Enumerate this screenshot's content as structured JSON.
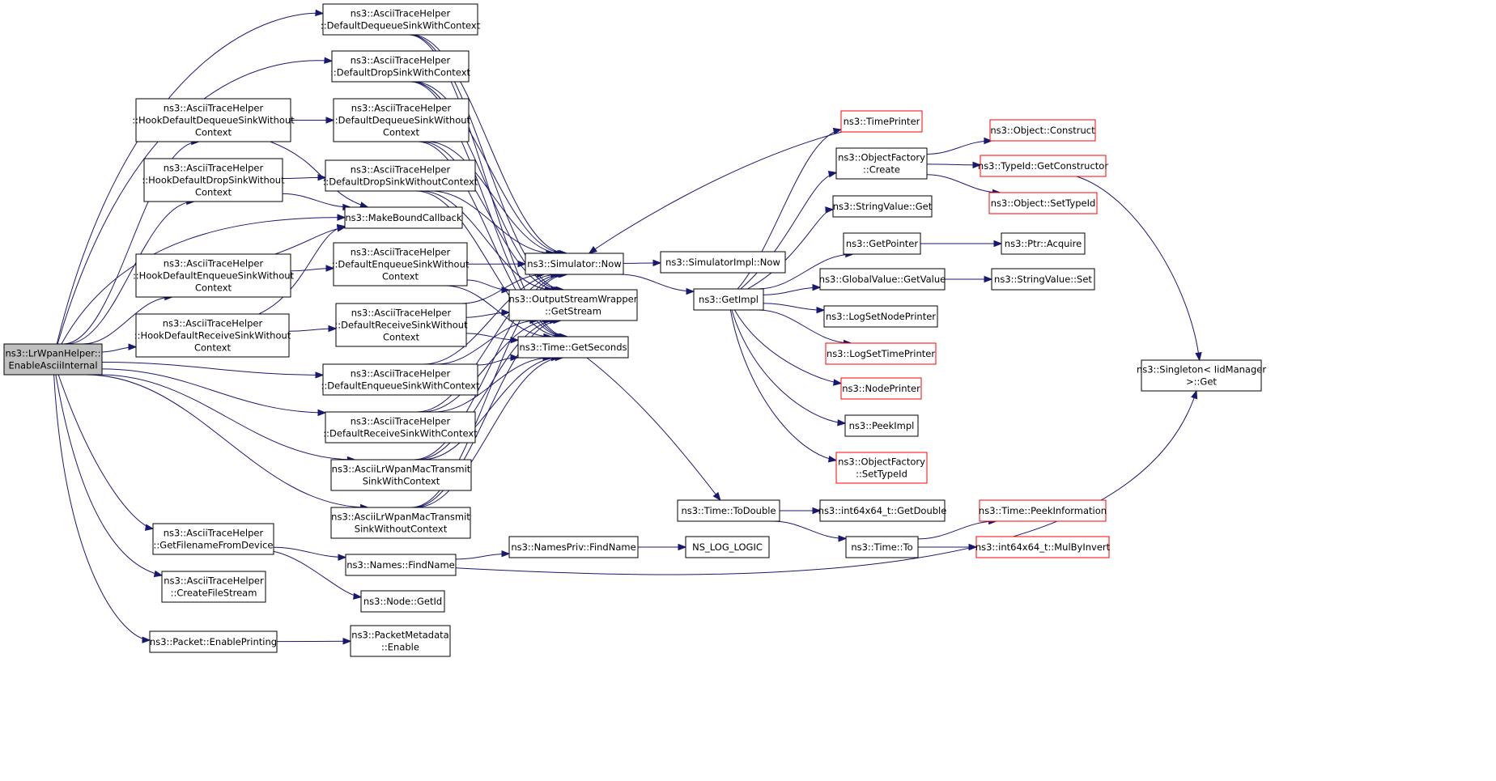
{
  "graph": {
    "type": "call-graph",
    "colors": {
      "edge": "#191970",
      "normal_border": "#000000",
      "truncated_border": "#ff0000",
      "root_fill": "#bfbfbf",
      "node_fill": "#ffffff"
    },
    "nodes": [
      {
        "id": "root",
        "lines": [
          "ns3::LrWpanHelper::",
          "EnableAsciiInternal"
        ],
        "style": "root"
      },
      {
        "id": "dq_ctx",
        "lines": [
          "ns3::AsciiTraceHelper",
          "::DefaultDequeueSinkWithContext"
        ],
        "style": "normal"
      },
      {
        "id": "drop_ctx",
        "lines": [
          "ns3::AsciiTraceHelper",
          "::DefaultDropSinkWithContext"
        ],
        "style": "normal"
      },
      {
        "id": "hook_dq",
        "lines": [
          "ns3::AsciiTraceHelper",
          "::HookDefaultDequeueSinkWithout",
          "Context"
        ],
        "style": "normal"
      },
      {
        "id": "dq_noctx",
        "lines": [
          "ns3::AsciiTraceHelper",
          "::DefaultDequeueSinkWithout",
          "Context"
        ],
        "style": "normal"
      },
      {
        "id": "hook_drop",
        "lines": [
          "ns3::AsciiTraceHelper",
          "::HookDefaultDropSinkWithout",
          "Context"
        ],
        "style": "normal"
      },
      {
        "id": "drop_noctx",
        "lines": [
          "ns3::AsciiTraceHelper",
          "::DefaultDropSinkWithoutContext"
        ],
        "style": "normal"
      },
      {
        "id": "mbc",
        "lines": [
          "ns3::MakeBoundCallback"
        ],
        "style": "normal"
      },
      {
        "id": "hook_enq",
        "lines": [
          "ns3::AsciiTraceHelper",
          "::HookDefaultEnqueueSinkWithout",
          "Context"
        ],
        "style": "normal"
      },
      {
        "id": "enq_noctx",
        "lines": [
          "ns3::AsciiTraceHelper",
          "::DefaultEnqueueSinkWithout",
          "Context"
        ],
        "style": "normal"
      },
      {
        "id": "hook_rcv",
        "lines": [
          "ns3::AsciiTraceHelper",
          "::HookDefaultReceiveSinkWithout",
          "Context"
        ],
        "style": "normal"
      },
      {
        "id": "rcv_noctx",
        "lines": [
          "ns3::AsciiTraceHelper",
          "::DefaultReceiveSinkWithout",
          "Context"
        ],
        "style": "normal"
      },
      {
        "id": "enq_ctx",
        "lines": [
          "ns3::AsciiTraceHelper",
          "::DefaultEnqueueSinkWithContext"
        ],
        "style": "normal"
      },
      {
        "id": "rcv_ctx",
        "lines": [
          "ns3::AsciiTraceHelper",
          "::DefaultReceiveSinkWithContext"
        ],
        "style": "normal"
      },
      {
        "id": "mac_ctx",
        "lines": [
          "ns3::AsciiLrWpanMacTransmit",
          "SinkWithContext"
        ],
        "style": "normal"
      },
      {
        "id": "mac_noctx",
        "lines": [
          "ns3::AsciiLrWpanMacTransmit",
          "SinkWithoutContext"
        ],
        "style": "normal"
      },
      {
        "id": "getfn",
        "lines": [
          "ns3::AsciiTraceHelper",
          "::GetFilenameFromDevice"
        ],
        "style": "normal"
      },
      {
        "id": "cfs",
        "lines": [
          "ns3::AsciiTraceHelper",
          "::CreateFileStream"
        ],
        "style": "normal"
      },
      {
        "id": "pep",
        "lines": [
          "ns3::Packet::EnablePrinting"
        ],
        "style": "normal"
      },
      {
        "id": "now",
        "lines": [
          "ns3::Simulator::Now"
        ],
        "style": "normal"
      },
      {
        "id": "osw",
        "lines": [
          "ns3::OutputStreamWrapper",
          "::GetStream"
        ],
        "style": "normal"
      },
      {
        "id": "gsec",
        "lines": [
          "ns3::Time::GetSeconds"
        ],
        "style": "normal"
      },
      {
        "id": "simnow",
        "lines": [
          "ns3::SimulatorImpl::Now"
        ],
        "style": "normal"
      },
      {
        "id": "getimpl",
        "lines": [
          "ns3::GetImpl"
        ],
        "style": "normal"
      },
      {
        "id": "timeprinter",
        "lines": [
          "ns3::TimePrinter"
        ],
        "style": "truncated"
      },
      {
        "id": "ofcreate",
        "lines": [
          "ns3::ObjectFactory",
          "::Create"
        ],
        "style": "normal"
      },
      {
        "id": "svget",
        "lines": [
          "ns3::StringValue::Get"
        ],
        "style": "normal"
      },
      {
        "id": "getptr",
        "lines": [
          "ns3::GetPointer"
        ],
        "style": "normal"
      },
      {
        "id": "gvgv",
        "lines": [
          "ns3::GlobalValue::GetValue"
        ],
        "style": "normal"
      },
      {
        "id": "lsnp",
        "lines": [
          "ns3::LogSetNodePrinter"
        ],
        "style": "normal"
      },
      {
        "id": "lstp",
        "lines": [
          "ns3::LogSetTimePrinter"
        ],
        "style": "truncated"
      },
      {
        "id": "nodeprinter",
        "lines": [
          "ns3::NodePrinter"
        ],
        "style": "truncated"
      },
      {
        "id": "peekimpl",
        "lines": [
          "ns3::PeekImpl"
        ],
        "style": "normal"
      },
      {
        "id": "ofsettid",
        "lines": [
          "ns3::ObjectFactory",
          "::SetTypeId"
        ],
        "style": "truncated"
      },
      {
        "id": "objconstruct",
        "lines": [
          "ns3::Object::Construct"
        ],
        "style": "truncated"
      },
      {
        "id": "getctor",
        "lines": [
          "ns3::TypeId::GetConstructor"
        ],
        "style": "truncated"
      },
      {
        "id": "objsettid",
        "lines": [
          "ns3::Object::SetTypeId"
        ],
        "style": "truncated"
      },
      {
        "id": "ptracq",
        "lines": [
          "ns3::Ptr::Acquire"
        ],
        "style": "normal"
      },
      {
        "id": "svset",
        "lines": [
          "ns3::StringValue::Set"
        ],
        "style": "normal"
      },
      {
        "id": "singleton",
        "lines": [
          "ns3::Singleton< IidManager",
          ">::Get"
        ],
        "style": "normal"
      },
      {
        "id": "todouble",
        "lines": [
          "ns3::Time::ToDouble"
        ],
        "style": "normal"
      },
      {
        "id": "i64getdouble",
        "lines": [
          "ns3::int64x64_t::GetDouble"
        ],
        "style": "normal"
      },
      {
        "id": "timeto",
        "lines": [
          "ns3::Time::To"
        ],
        "style": "normal"
      },
      {
        "id": "peekinfo",
        "lines": [
          "ns3::Time::PeekInformation"
        ],
        "style": "truncated"
      },
      {
        "id": "mulbyinv",
        "lines": [
          "ns3::int64x64_t::MulByInvert"
        ],
        "style": "truncated"
      },
      {
        "id": "findname",
        "lines": [
          "ns3::Names::FindName"
        ],
        "style": "normal"
      },
      {
        "id": "npfindname",
        "lines": [
          "ns3::NamesPriv::FindName"
        ],
        "style": "normal"
      },
      {
        "id": "nslog",
        "lines": [
          "NS_LOG_LOGIC"
        ],
        "style": "normal"
      },
      {
        "id": "nodegetid",
        "lines": [
          "ns3::Node::GetId"
        ],
        "style": "normal"
      },
      {
        "id": "pmenable",
        "lines": [
          "ns3::PacketMetadata",
          "::Enable"
        ],
        "style": "normal"
      }
    ],
    "edges": [
      [
        "root",
        "dq_ctx"
      ],
      [
        "root",
        "drop_ctx"
      ],
      [
        "root",
        "hook_dq"
      ],
      [
        "root",
        "hook_drop"
      ],
      [
        "root",
        "mbc"
      ],
      [
        "root",
        "hook_enq"
      ],
      [
        "root",
        "hook_rcv"
      ],
      [
        "root",
        "enq_ctx"
      ],
      [
        "root",
        "rcv_ctx"
      ],
      [
        "root",
        "mac_ctx"
      ],
      [
        "root",
        "mac_noctx"
      ],
      [
        "root",
        "getfn"
      ],
      [
        "root",
        "cfs"
      ],
      [
        "root",
        "pep"
      ],
      [
        "hook_dq",
        "dq_noctx"
      ],
      [
        "hook_dq",
        "mbc"
      ],
      [
        "hook_drop",
        "drop_noctx"
      ],
      [
        "hook_drop",
        "mbc"
      ],
      [
        "hook_enq",
        "enq_noctx"
      ],
      [
        "hook_enq",
        "mbc"
      ],
      [
        "hook_rcv",
        "rcv_noctx"
      ],
      [
        "hook_rcv",
        "mbc"
      ],
      [
        "dq_ctx",
        "now"
      ],
      [
        "dq_ctx",
        "osw"
      ],
      [
        "dq_ctx",
        "gsec"
      ],
      [
        "drop_ctx",
        "now"
      ],
      [
        "drop_ctx",
        "osw"
      ],
      [
        "drop_ctx",
        "gsec"
      ],
      [
        "dq_noctx",
        "now"
      ],
      [
        "dq_noctx",
        "osw"
      ],
      [
        "dq_noctx",
        "gsec"
      ],
      [
        "drop_noctx",
        "now"
      ],
      [
        "drop_noctx",
        "osw"
      ],
      [
        "drop_noctx",
        "gsec"
      ],
      [
        "enq_noctx",
        "now"
      ],
      [
        "enq_noctx",
        "osw"
      ],
      [
        "enq_noctx",
        "gsec"
      ],
      [
        "rcv_noctx",
        "now"
      ],
      [
        "rcv_noctx",
        "osw"
      ],
      [
        "rcv_noctx",
        "gsec"
      ],
      [
        "enq_ctx",
        "now"
      ],
      [
        "enq_ctx",
        "osw"
      ],
      [
        "enq_ctx",
        "gsec"
      ],
      [
        "rcv_ctx",
        "now"
      ],
      [
        "rcv_ctx",
        "osw"
      ],
      [
        "rcv_ctx",
        "gsec"
      ],
      [
        "mac_ctx",
        "now"
      ],
      [
        "mac_ctx",
        "osw"
      ],
      [
        "mac_ctx",
        "gsec"
      ],
      [
        "mac_noctx",
        "now"
      ],
      [
        "mac_noctx",
        "osw"
      ],
      [
        "mac_noctx",
        "gsec"
      ],
      [
        "getfn",
        "findname"
      ],
      [
        "getfn",
        "nodegetid"
      ],
      [
        "pep",
        "pmenable"
      ],
      [
        "now",
        "simnow"
      ],
      [
        "now",
        "getimpl"
      ],
      [
        "gsec",
        "todouble"
      ],
      [
        "timeprinter",
        "now"
      ],
      [
        "getimpl",
        "timeprinter"
      ],
      [
        "getimpl",
        "ofcreate"
      ],
      [
        "getimpl",
        "svget"
      ],
      [
        "getimpl",
        "getptr"
      ],
      [
        "getimpl",
        "gvgv"
      ],
      [
        "getimpl",
        "lsnp"
      ],
      [
        "getimpl",
        "lstp"
      ],
      [
        "getimpl",
        "nodeprinter"
      ],
      [
        "getimpl",
        "peekimpl"
      ],
      [
        "getimpl",
        "ofsettid"
      ],
      [
        "ofcreate",
        "objconstruct"
      ],
      [
        "ofcreate",
        "getctor"
      ],
      [
        "ofcreate",
        "objsettid"
      ],
      [
        "getctor",
        "singleton"
      ],
      [
        "getptr",
        "ptracq"
      ],
      [
        "gvgv",
        "svset"
      ],
      [
        "todouble",
        "i64getdouble"
      ],
      [
        "todouble",
        "timeto"
      ],
      [
        "timeto",
        "peekinfo"
      ],
      [
        "timeto",
        "mulbyinv"
      ],
      [
        "findname",
        "npfindname"
      ],
      [
        "findname",
        "singleton"
      ],
      [
        "npfindname",
        "nslog"
      ]
    ]
  }
}
